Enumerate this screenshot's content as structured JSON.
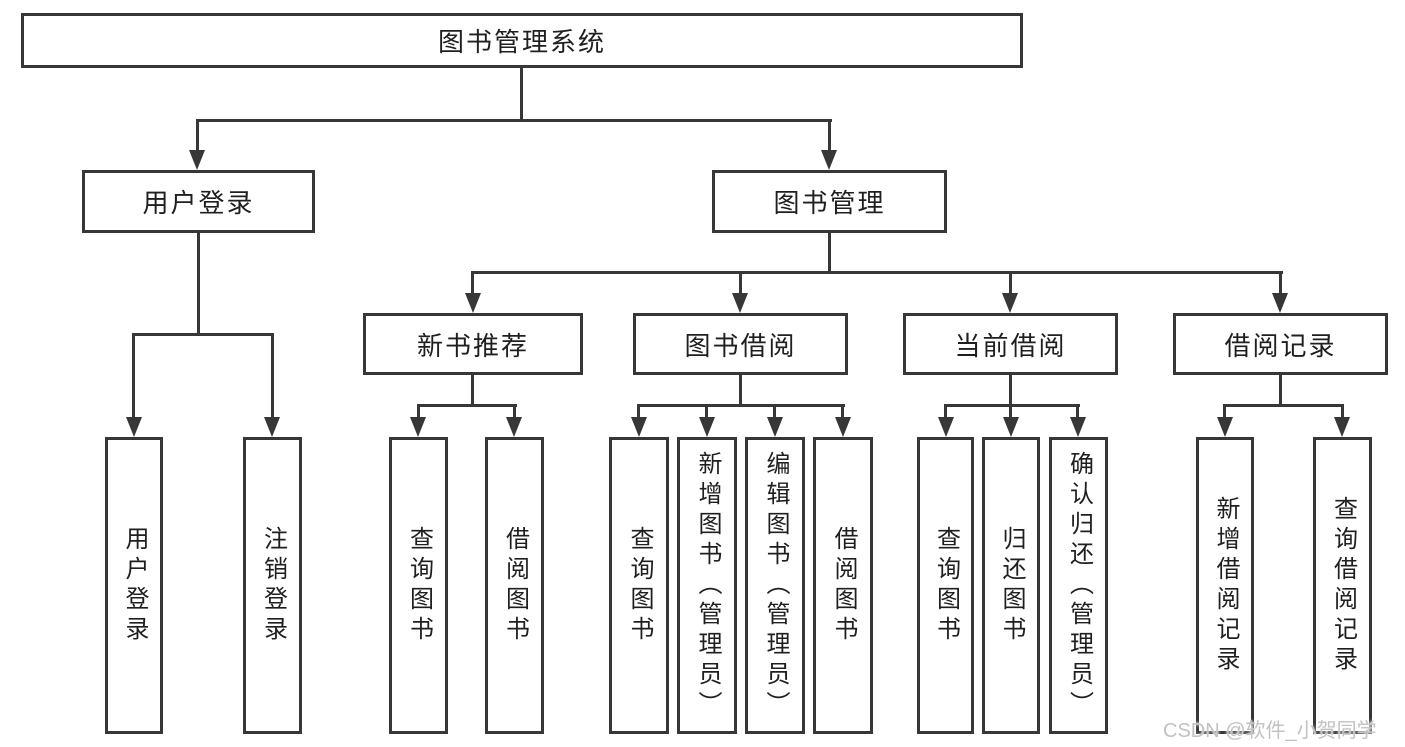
{
  "diagram": {
    "root": {
      "label": "图书管理系统"
    },
    "level2": [
      {
        "label": "用户登录"
      },
      {
        "label": "图书管理"
      }
    ],
    "level3": [
      {
        "label": "新书推荐"
      },
      {
        "label": "图书借阅"
      },
      {
        "label": "当前借阅"
      },
      {
        "label": "借阅记录"
      }
    ],
    "leaves": {
      "user_login": [
        "用户登录",
        "注销登录"
      ],
      "new_books": [
        "查询图书",
        "借阅图书"
      ],
      "book_borrow": [
        "查询图书",
        "新增图书（管理员）",
        "编辑图书（管理员）",
        "借阅图书"
      ],
      "current_borrow": [
        "查询图书",
        "归还图书",
        "确认归还（管理员）"
      ],
      "borrow_records": [
        "新增借阅记录",
        "查询借阅记录"
      ]
    }
  },
  "watermark": {
    "text": "CSDN @软件_小贺同学"
  },
  "colors": {
    "line": "#373737",
    "text": "#1f1f1f",
    "background": "#ffffff",
    "watermark": "#c2c2c2"
  }
}
